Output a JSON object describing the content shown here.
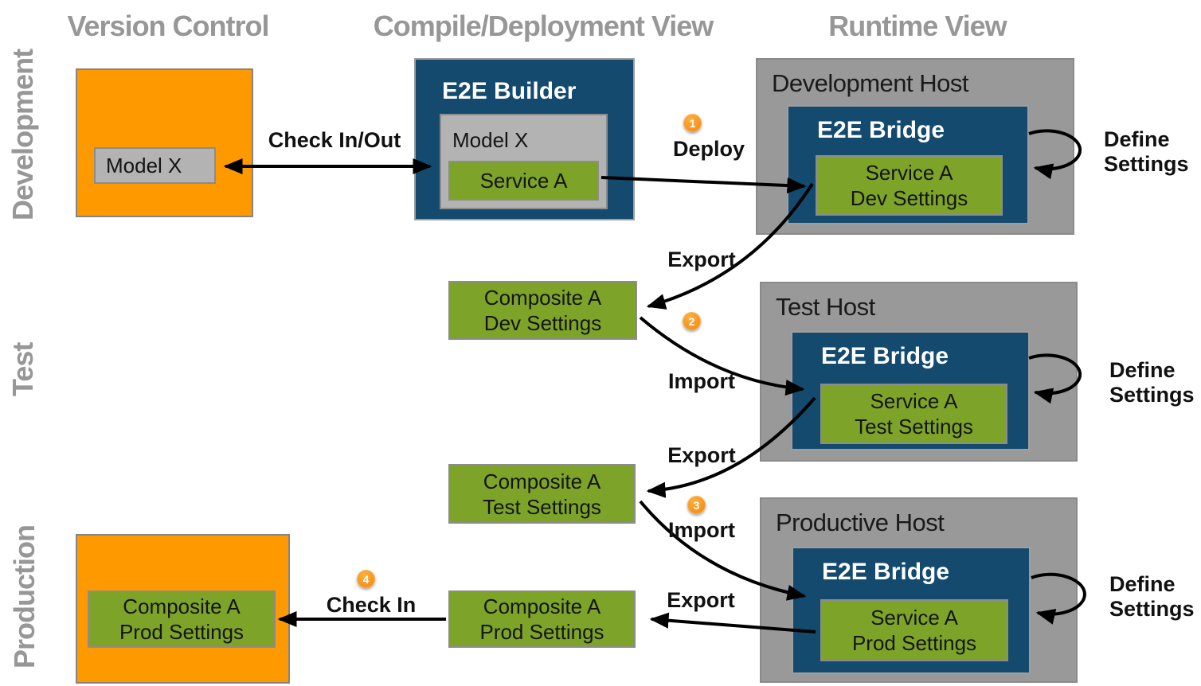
{
  "column_headers": {
    "version_control": "Version Control",
    "compile_deployment_view": "Compile/Deployment View",
    "runtime_view": "Runtime View"
  },
  "row_labels": {
    "development": "Development",
    "test": "Test",
    "production": "Production"
  },
  "development_row": {
    "version_control_box": {
      "model": "Model X"
    },
    "builder": {
      "title": "E2E Builder",
      "model": "Model X",
      "service": "Service A"
    },
    "host": {
      "title": "Development Host",
      "bridge_title": "E2E Bridge",
      "service_line1": "Service A",
      "service_line2": "Dev Settings"
    }
  },
  "test_row": {
    "composite_dev": {
      "line1": "Composite A",
      "line2": "Dev Settings"
    },
    "host": {
      "title": "Test Host",
      "bridge_title": "E2E Bridge",
      "service_line1": "Service A",
      "service_line2": "Test Settings"
    }
  },
  "production_row": {
    "composite_test": {
      "line1": "Composite A",
      "line2": "Test Settings"
    },
    "composite_prod": {
      "line1": "Composite A",
      "line2": "Prod Settings"
    },
    "version_control_box": {
      "line1": "Composite A",
      "line2": "Prod Settings"
    },
    "host": {
      "title": "Productive Host",
      "bridge_title": "E2E Bridge",
      "service_line1": "Service A",
      "service_line2": "Prod Settings"
    }
  },
  "arrow_labels": {
    "check_in_out": "Check In/Out",
    "deploy": "Deploy",
    "export_dev": "Export",
    "import_test": "Import",
    "export_test": "Export",
    "import_prod": "Import",
    "export_prod": "Export",
    "check_in": "Check In",
    "define": "Define",
    "settings": "Settings"
  },
  "step_badges": {
    "one": "1",
    "two": "2",
    "three": "3",
    "four": "4"
  },
  "colors": {
    "orange": "#FF9900",
    "navy": "#134A6E",
    "green": "#7DA428",
    "host_gray": "#999999",
    "panel_gray": "#B3B3B3",
    "header_gray": "#979797",
    "badge_orange": "#F7941D",
    "arrow_black": "#000000"
  }
}
